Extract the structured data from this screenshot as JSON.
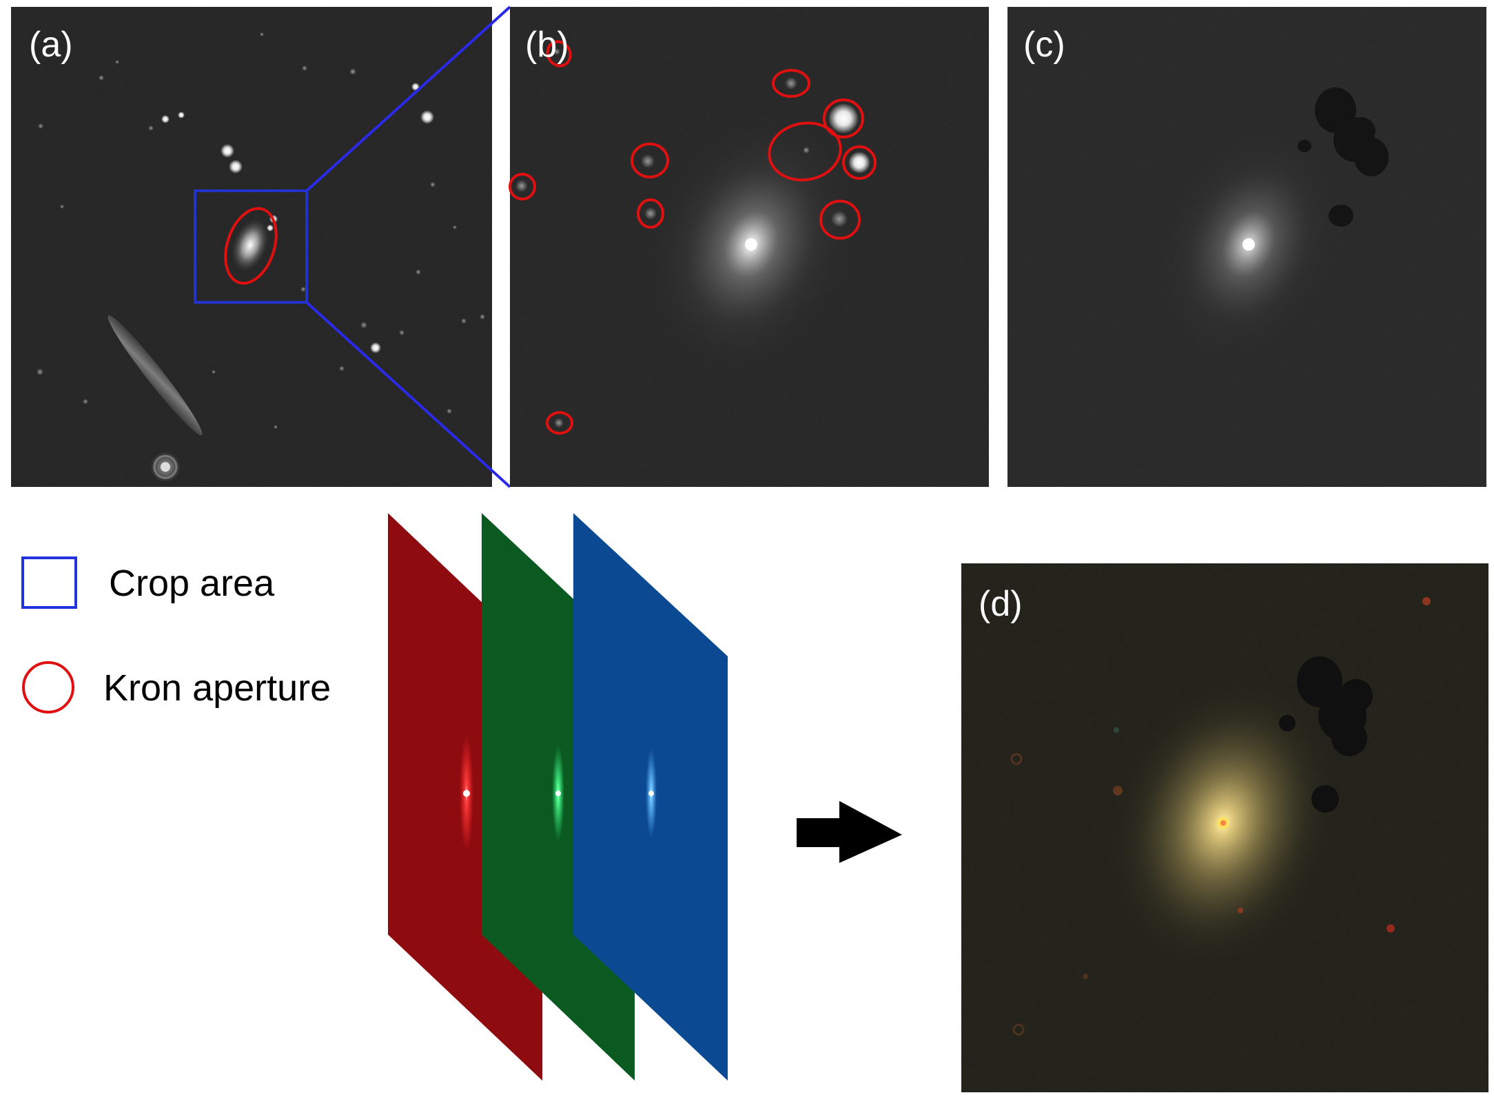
{
  "panels": {
    "a": {
      "label": "(a)"
    },
    "b": {
      "label": "(b)"
    },
    "c": {
      "label": "(c)"
    },
    "d": {
      "label": "(d)"
    }
  },
  "legend": {
    "crop_area": {
      "text": "Crop area",
      "color": "#2233dd",
      "icon": "blue-square"
    },
    "kron_aperture": {
      "text": "Kron aperture",
      "color": "#e01010",
      "icon": "red-circle"
    }
  },
  "channels": [
    {
      "name": "red-channel",
      "color": "#8e0c10",
      "glow": "#ff3030"
    },
    {
      "name": "green-channel",
      "color": "#0a5a22",
      "glow": "#40ff80"
    },
    {
      "name": "blue-channel",
      "color": "#0b4a92",
      "glow": "#60c0ff"
    }
  ],
  "arrow": {
    "icon": "right-arrow",
    "color": "#000000"
  },
  "colors": {
    "sky": "#1c1c1c",
    "connector": "#2a2ae8",
    "aperture": "#e01010"
  }
}
